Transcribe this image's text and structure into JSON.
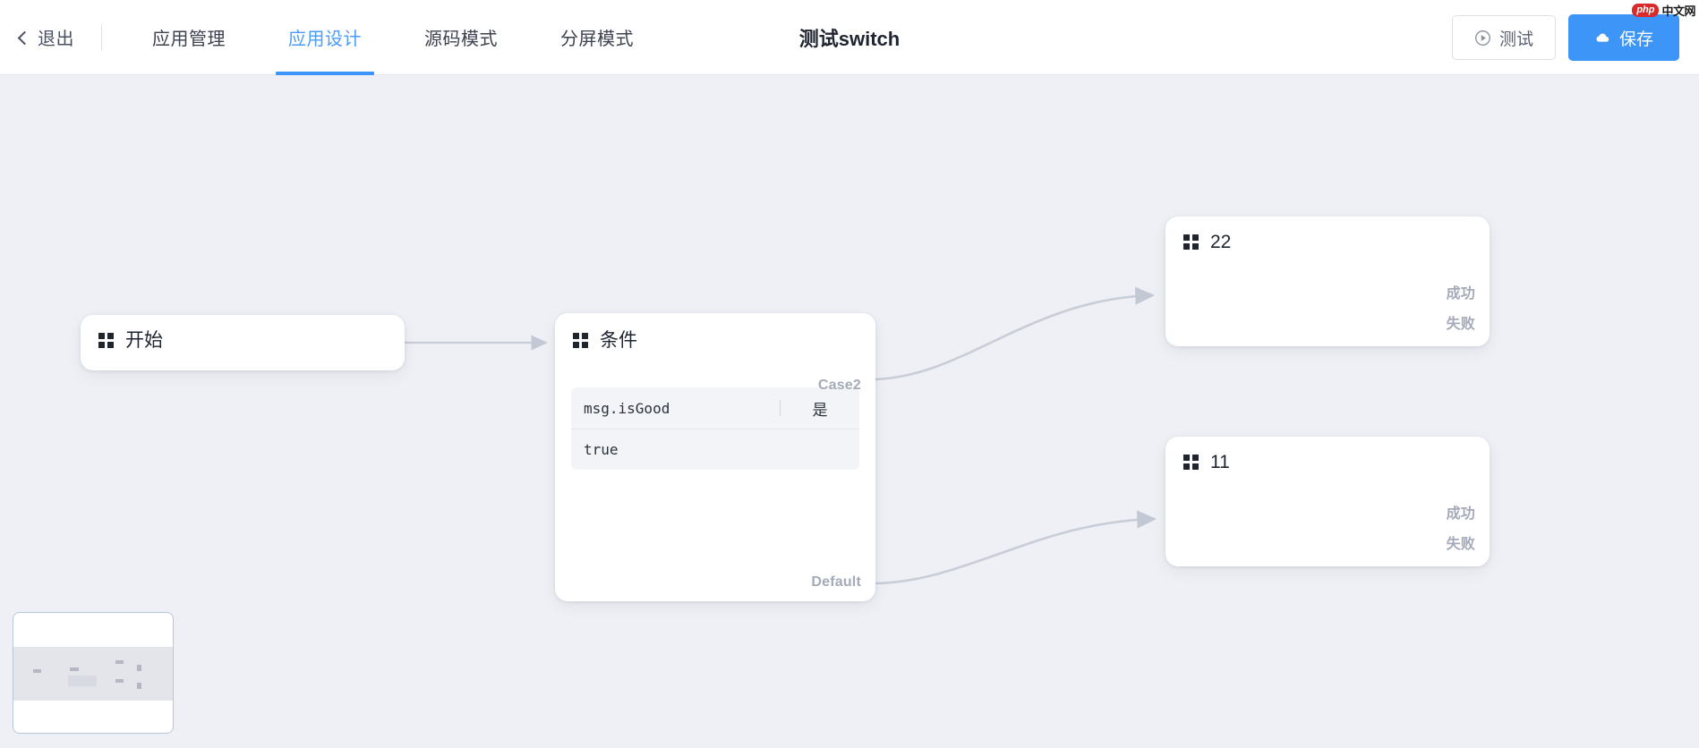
{
  "header": {
    "exit_label": "退出",
    "back_icon": "chevron-left-icon",
    "tabs": [
      {
        "label": "应用管理",
        "active": false
      },
      {
        "label": "应用设计",
        "active": true
      },
      {
        "label": "源码模式",
        "active": false
      },
      {
        "label": "分屏模式",
        "active": false
      }
    ],
    "doc_title": "测试switch",
    "test_button": {
      "label": "测试",
      "icon": "play-circle-icon"
    },
    "save_button": {
      "label": "保存",
      "icon": "cloud-upload-icon",
      "color": "#3d96f7"
    },
    "active_tab_color": "#3d96f7"
  },
  "watermark": {
    "badge": "php",
    "text": "中文网"
  },
  "canvas": {
    "background": "#eef0f5",
    "edge_color": "#c8cdd8",
    "nodes": [
      {
        "id": "start",
        "title": "开始",
        "icon": "grid-icon",
        "ports": []
      },
      {
        "id": "condition",
        "title": "条件",
        "icon": "grid-icon",
        "ports": [
          "Case2",
          "Default"
        ],
        "condition": {
          "key": "msg.isGood",
          "operator": "是",
          "value": "true"
        }
      },
      {
        "id": "node22",
        "title": "22",
        "icon": "grid-icon",
        "ports": [
          "成功",
          "失败"
        ]
      },
      {
        "id": "node11",
        "title": "11",
        "icon": "grid-icon",
        "ports": [
          "成功",
          "失败"
        ]
      }
    ]
  },
  "minimap": {
    "name": "minimap-viewport"
  }
}
